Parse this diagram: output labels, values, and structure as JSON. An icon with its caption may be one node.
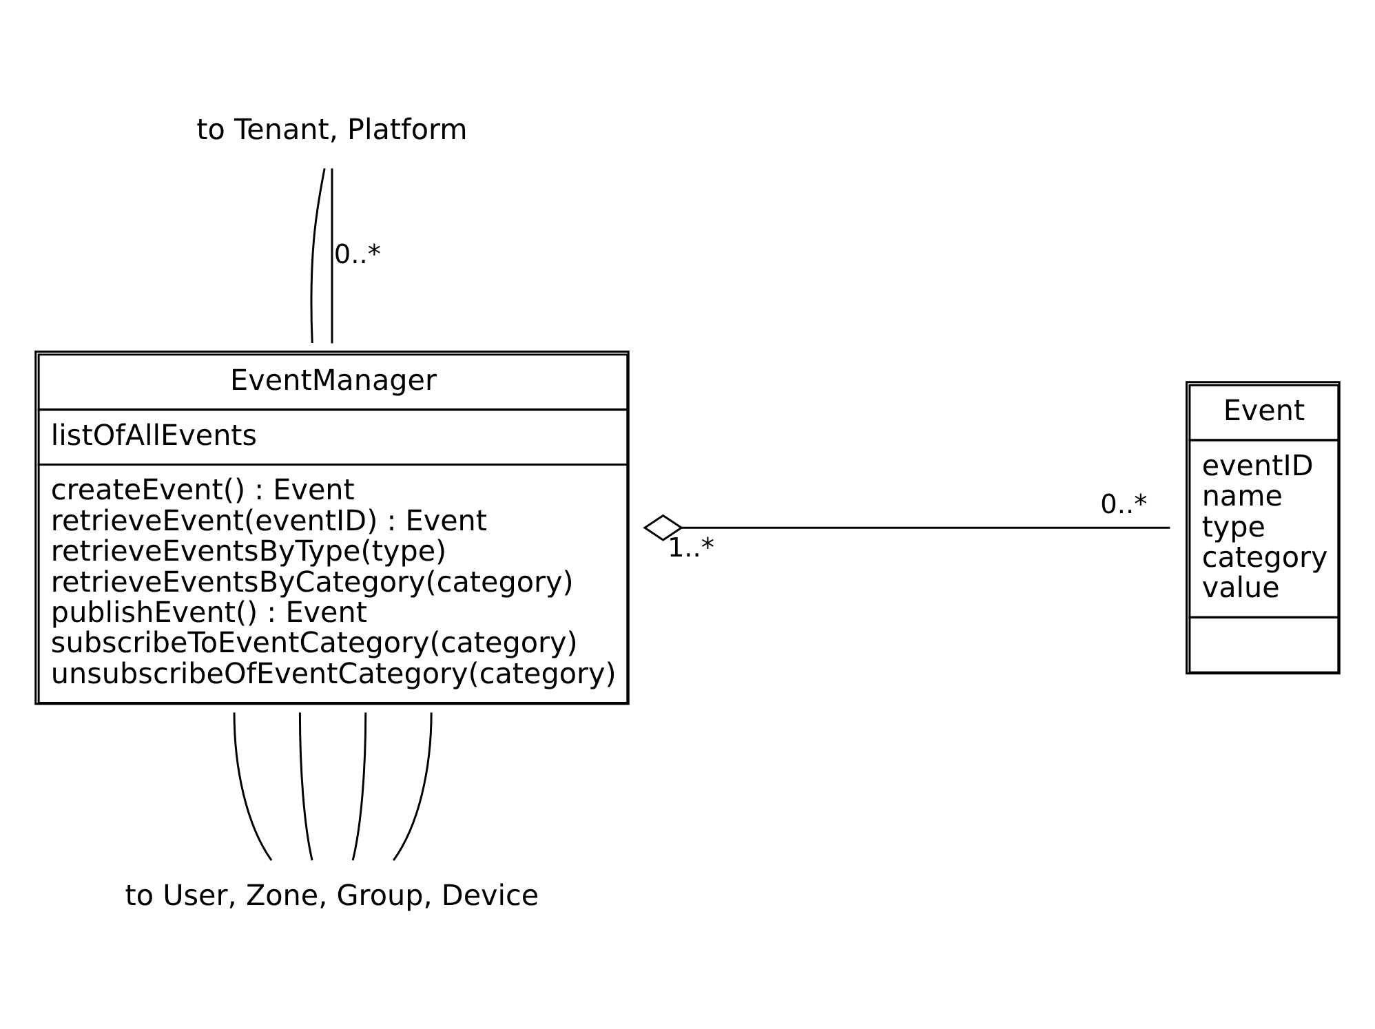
{
  "diagram": {
    "nodes": [
      {
        "text": [
          "to Tenant, Platform"
        ]
      },
      {
        "text": [
          "EventManager",
          "listOfAllEvents",
          "createEvent() : Event",
          "retrieveEvent(eventID) : Event",
          "retrieveEventsByType(type)",
          "retrieveEventsByCategory(category)",
          "publishEvent() : Event",
          "subscribeToEventCategory(category)",
          "unsubscribeOfEventCategory(category)"
        ]
      },
      {
        "text": [
          "Event",
          "eventID",
          "name",
          "type",
          "category",
          "value"
        ]
      },
      {
        "text": [
          "to User, Zone, Group, Device"
        ]
      }
    ],
    "edges": [
      {
        "from": 0,
        "to": 1,
        "arrow": "none"
      },
      {
        "from": 0,
        "to": 1,
        "arrow": "none",
        "label": "0..*"
      },
      {
        "from": 1,
        "to": 2,
        "arrow": "other"
      },
      {
        "from": 1,
        "to": 3,
        "arrow": "none"
      },
      {
        "from": 1,
        "to": 3,
        "arrow": "none"
      },
      {
        "from": 1,
        "to": 3,
        "arrow": "none"
      },
      {
        "from": 1,
        "to": 3,
        "arrow": "none"
      }
    ],
    "labels": [
      "1..*",
      "0..*"
    ]
  }
}
